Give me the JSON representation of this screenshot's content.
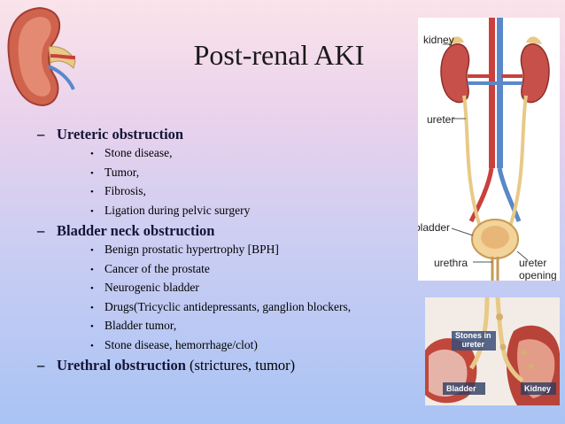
{
  "slide": {
    "title": "Post-renal AKI",
    "sections": [
      {
        "heading": "Ureteric obstruction",
        "rest": "",
        "items": [
          "Stone disease,",
          "Tumor,",
          "Fibrosis,",
          "Ligation during pelvic surgery"
        ]
      },
      {
        "heading": "Bladder neck obstruction",
        "rest": "",
        "items": [
          "Benign prostatic hypertrophy [BPH]",
          "Cancer of the prostate",
          "Neurogenic bladder",
          "Drugs(Tricyclic antidepressants, ganglion blockers,",
          "Bladder tumor,",
          "Stone disease, hemorrhage/clot)"
        ]
      },
      {
        "heading": "Urethral obstruction",
        "rest": " (strictures, tumor)",
        "items": []
      }
    ]
  },
  "dash_glyph": "–",
  "bullet_glyph": "•",
  "anatomy_labels": {
    "kidney": "kidney",
    "ureter": "ureter",
    "bladder": "bladder",
    "urethra": "urethra",
    "ureter_opening": "ureter\nopening"
  },
  "stones_labels": {
    "stones": "Stones in\nureter",
    "bladder": "Bladder",
    "kidney": "Kidney"
  },
  "colors": {
    "kidney": "#c0473a",
    "ureter": "#e8c987",
    "artery": "#c9403c",
    "vein": "#5a88c8"
  }
}
